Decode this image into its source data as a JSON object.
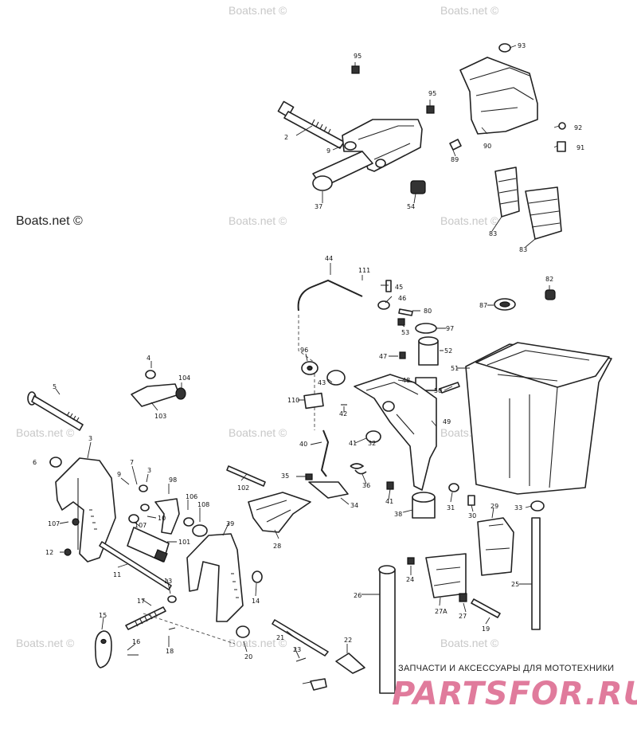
{
  "watermarks": {
    "main": "Boats.net ©",
    "faint": "Boats.net ©"
  },
  "store": {
    "tagline": "ЗАПЧАСТИ И АКСЕССУАРЫ ДЛЯ МОТОТЕХНИКИ",
    "logo_text": "PARTSFOR.RU",
    "logo_color": "#e07b9c"
  },
  "callouts": [
    "93",
    "95",
    "95",
    "2",
    "9",
    "92",
    "91",
    "90",
    "89",
    "37",
    "54",
    "83",
    "83",
    "44",
    "111",
    "45",
    "46",
    "80",
    "82",
    "87",
    "53",
    "97",
    "96",
    "47",
    "52",
    "51",
    "48",
    "50",
    "43",
    "42",
    "110",
    "49",
    "41",
    "40",
    "104",
    "103",
    "4",
    "5",
    "3",
    "6",
    "7",
    "3",
    "98",
    "9",
    "106",
    "10",
    "108",
    "107",
    "107",
    "12",
    "101",
    "11",
    "39",
    "102",
    "35",
    "36",
    "34",
    "41",
    "32",
    "31",
    "30",
    "29",
    "33",
    "38",
    "28",
    "25",
    "24",
    "26",
    "27A",
    "27",
    "19",
    "14",
    "17",
    "13",
    "15",
    "16",
    "18",
    "20",
    "21",
    "23",
    "22"
  ]
}
